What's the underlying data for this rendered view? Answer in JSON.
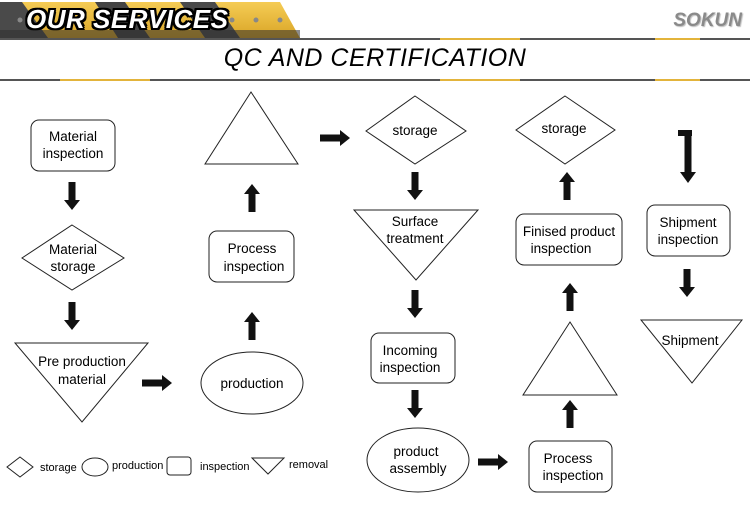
{
  "header": {
    "banner_title": "OUR SERVICES",
    "brand": "SOKUN",
    "title": "QC AND CERTIFICATION",
    "accent_color": "#e3b43b",
    "dark_color": "#3a3a3a"
  },
  "nodes": {
    "material_inspection": [
      "Material",
      "inspection"
    ],
    "material_storage": [
      "Material",
      "storage"
    ],
    "pre_production_material": [
      "Pre production",
      "material"
    ],
    "production": [
      "production"
    ],
    "process_inspection_1": [
      "Process",
      "inspection"
    ],
    "triangle_1": [],
    "storage_1": [
      "storage"
    ],
    "surface_treatment": [
      "Surface",
      "treatment"
    ],
    "incoming_inspection": [
      "Incoming",
      "inspection"
    ],
    "product_assembly": [
      "product",
      "assembly"
    ],
    "process_inspection_2": [
      "Process",
      "inspection"
    ],
    "triangle_2": [],
    "finished_product_inspection": [
      "Finised product",
      "inspection"
    ],
    "storage_2": [
      "storage"
    ],
    "shipment_inspection": [
      "Shipment",
      "inspection"
    ],
    "shipment": [
      "Shipment"
    ]
  },
  "flow": [
    "Material inspection",
    "Material storage",
    "Pre production material",
    "production",
    "Process inspection",
    "(triangle)",
    "storage",
    "Surface treatment",
    "Incoming inspection",
    "product assembly",
    "Process inspection",
    "(triangle)",
    "Finised product inspection",
    "storage",
    "Shipment inspection",
    "Shipment"
  ],
  "legend": [
    {
      "shape": "diamond",
      "label": "storage"
    },
    {
      "shape": "ellipse",
      "label": "production"
    },
    {
      "shape": "rounded-rect",
      "label": "inspection"
    },
    {
      "shape": "inverted-triangle",
      "label": "removal"
    }
  ]
}
